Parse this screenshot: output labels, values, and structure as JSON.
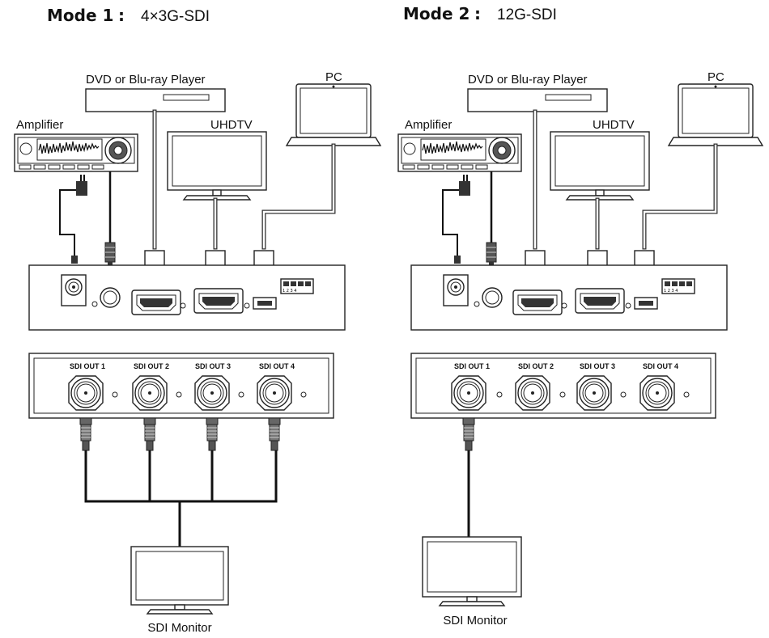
{
  "modes": [
    {
      "title": "Mode 1",
      "separator": ":",
      "subtitle": "4×3G-SDI",
      "labels": {
        "player": "DVD or Blu-ray Player",
        "pc": "PC",
        "amplifier": "Amplifier",
        "uhdtv": "UHDTV",
        "monitor": "SDI Monitor"
      },
      "sdi_ports": [
        "SDI OUT 1",
        "SDI OUT 2",
        "SDI OUT 3",
        "SDI OUT 4"
      ],
      "connected_outputs": [
        1,
        2,
        3,
        4
      ]
    },
    {
      "title": "Mode 2",
      "separator": ":",
      "subtitle": "12G-SDI",
      "labels": {
        "player": "DVD or Blu-ray Player",
        "pc": "PC",
        "amplifier": "Amplifier",
        "uhdtv": "UHDTV",
        "monitor": "SDI Monitor"
      },
      "sdi_ports": [
        "SDI OUT 1",
        "SDI OUT 2",
        "SDI OUT 3",
        "SDI OUT 4"
      ],
      "connected_outputs": [
        1
      ]
    }
  ]
}
